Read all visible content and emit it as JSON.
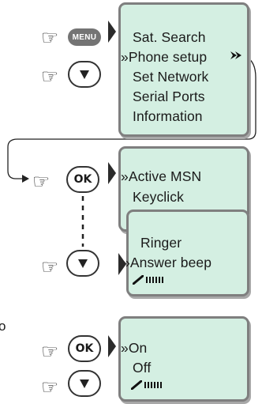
{
  "panel1": {
    "lines": [
      "Sat. Search",
      "Phone setup",
      "Set Network",
      "Serial Ports",
      "Information"
    ],
    "selected_prefix": "»"
  },
  "panel2": {
    "lines": [
      "Active MSN",
      "Keyclick"
    ],
    "selected_prefix": "»"
  },
  "panel3": {
    "lines": [
      "Ringer",
      "Answer  beep"
    ],
    "selected_prefix": "»"
  },
  "panel4": {
    "lines": [
      "On",
      "Off"
    ],
    "selected_prefix": "»"
  },
  "buttons": {
    "menu": "MENU",
    "ok": "OK",
    "ok_2": "OK"
  },
  "fragment": "o",
  "icons": [
    "pointing-hand-icon",
    "down-arrow-icon",
    "signal-bars-icon",
    "submenu-chevron-icon"
  ]
}
